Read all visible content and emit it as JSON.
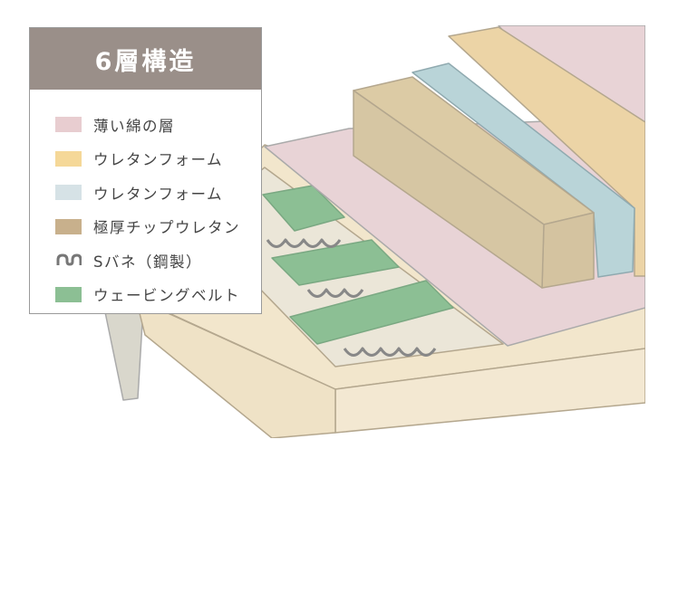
{
  "legend": {
    "title": "6層構造",
    "items": [
      {
        "label": "薄い綿の層",
        "color": "#e8cdd0",
        "icon": "swatch"
      },
      {
        "label": "ウレタンフォーム",
        "color": "#f5d898",
        "icon": "swatch"
      },
      {
        "label": "ウレタンフォーム",
        "color": "#d6e2e6",
        "icon": "swatch"
      },
      {
        "label": "極厚チップウレタン",
        "color": "#c8b08c",
        "icon": "swatch"
      },
      {
        "label": "Sバネ（鋼製）",
        "color": "#777777",
        "icon": "spring-icon"
      },
      {
        "label": "ウェービングベルト",
        "color": "#8cbf94",
        "icon": "swatch"
      }
    ]
  }
}
